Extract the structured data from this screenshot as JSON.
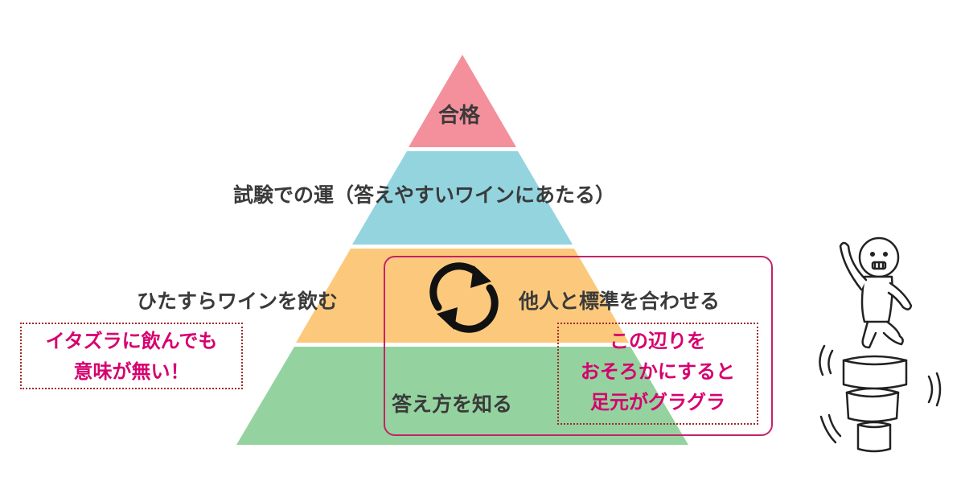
{
  "pyramid": {
    "tiers": [
      {
        "label": "合格",
        "color": "#f4909c"
      },
      {
        "label": "試験での運（答えやすいワインにあたる）",
        "color": "#93d4df"
      },
      {
        "label_left": "ひたすらワインを飲む",
        "label_right": "他人と標準を合わせる",
        "color": "#fcc97c"
      },
      {
        "label": "答え方を知る",
        "color": "#94d39f"
      }
    ]
  },
  "notes": {
    "left": {
      "lines": [
        "イタズラに飲んでも",
        "意味が無い！"
      ]
    },
    "right": {
      "lines": [
        "この辺りを",
        "おそろかにすると",
        "足元がグラグラ"
      ]
    }
  },
  "icons": {
    "cycle": "refresh-cycle-icon",
    "figure": "wobbling-person-on-stack-icon"
  },
  "colors": {
    "label_text": "#3a3a3a",
    "note_text": "#d6006f",
    "note_border": "#a32a2a",
    "highlight_border": "#c4226c"
  }
}
